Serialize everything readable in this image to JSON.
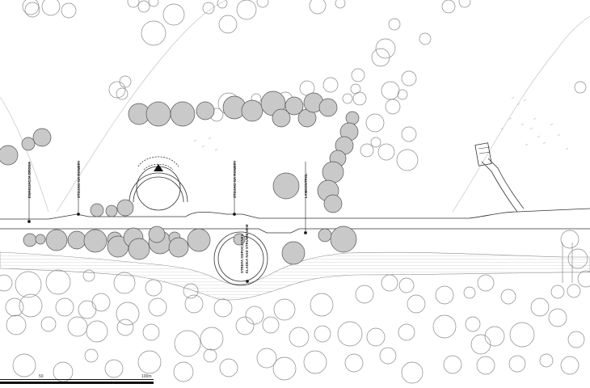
{
  "labels": {
    "ewakuacja": "EWAKUACJA DROGA",
    "stojaki_1": "STOJAKI NA ROWERY",
    "stojaki_2": "STOJAKI NA ROWERY",
    "lamkontrol": "LAMKONTROL",
    "strefa_line1": "STREFA ODPOCZYNKU",
    "strefa_line2": "KLADKA NAD STRUMIENIEM"
  },
  "scale": {
    "mid_label": "50",
    "end_label": "100m"
  },
  "colors": {
    "tree_fill": "#c9c9c9",
    "tree_stroke": "#555555",
    "outline_tree_stroke": "#8a8a8a",
    "path_stroke": "#333333",
    "hatch": "#9a9a9a"
  }
}
